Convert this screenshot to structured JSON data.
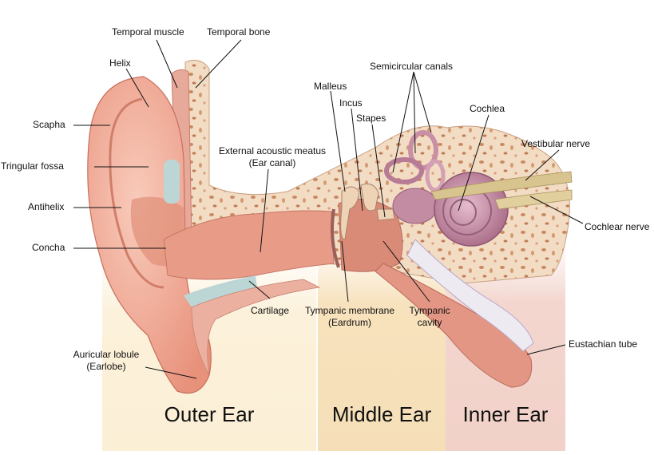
{
  "labels": {
    "temporal_muscle": "Temporal muscle",
    "temporal_bone": "Temporal bone",
    "helix": "Helix",
    "scapha": "Scapha",
    "tringular_fossa": "Tringular fossa",
    "antihelix": "Antihelix",
    "concha": "Concha",
    "auricular_lobule": "Auricular lobule",
    "auricular_lobule_alt": "(Earlobe)",
    "external_meatus": "External acoustic meatus",
    "external_meatus_alt": "(Ear canal)",
    "cartilage": "Cartilage",
    "malleus": "Malleus",
    "incus": "Incus",
    "stapes": "Stapes",
    "semicircular_canals": "Semicircular canals",
    "cochlea": "Cochlea",
    "vestibular_nerve": "Vestibular nerve",
    "cochlear_nerve": "Cochlear nerve",
    "tympanic_membrane": "Tympanic membrane",
    "tympanic_membrane_alt": "(Eardrum)",
    "tympanic_cavity_1": "Tympanic",
    "tympanic_cavity_2": "cavity",
    "eustachian_tube": "Eustachian tube"
  },
  "regions": {
    "outer": "Outer Ear",
    "middle": "Middle Ear",
    "inner": "Inner Ear"
  },
  "colors": {
    "skin": "#f2b3a0",
    "skin_shadow": "#d9826e",
    "bone": "#f3dcc4",
    "bone_spot": "#c98a62",
    "canal": "#e79b8a",
    "cochlea": "#c98fa6",
    "nerve": "#d8c48e",
    "cartilage": "#b8d4d8",
    "outer_zone": "#fbf0d9",
    "middle_zone": "#f8e6c4",
    "inner_zone": "#f5dcd6"
  }
}
